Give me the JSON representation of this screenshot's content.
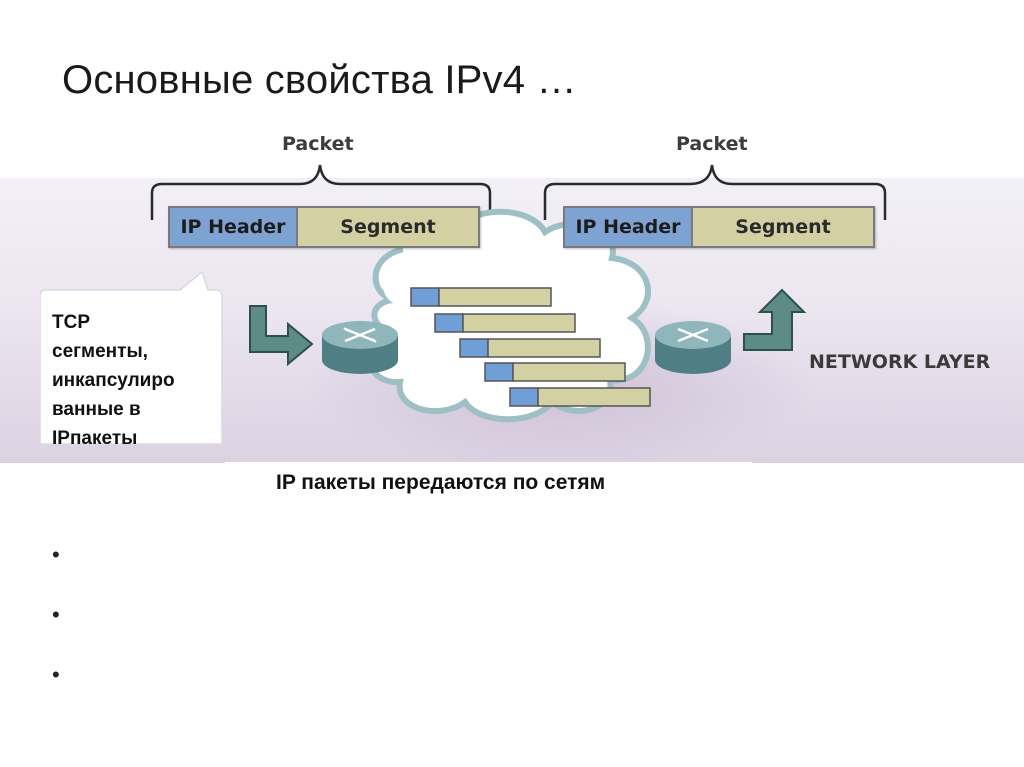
{
  "slide": {
    "title": "Основные свойства IPv4 …",
    "caption": "IP пакеты передаются по сетям"
  },
  "packets": [
    {
      "label": "Packet",
      "header": "IP Header",
      "segment": "Segment"
    },
    {
      "label": "Packet",
      "header": "IP Header",
      "segment": "Segment"
    }
  ],
  "callout": {
    "text": "TCP\nсегменты,\nинкапсулиро\nванные в\nIPпакеты"
  },
  "network_layer_label": "NETWORK LAYER",
  "bullets": [
    "•",
    "•",
    "•"
  ],
  "colors": {
    "ip_header": "#7ea3d3",
    "segment": "#d3d0a4",
    "router": "#6f9a9e",
    "arrow": "#5a8a84",
    "band": "#e7e2ec"
  },
  "icons": {
    "left_router": "router-icon",
    "right_router": "router-icon",
    "cloud": "cloud-icon",
    "left_arrow": "down-right-arrow-icon",
    "right_arrow": "up-arrow-icon"
  }
}
